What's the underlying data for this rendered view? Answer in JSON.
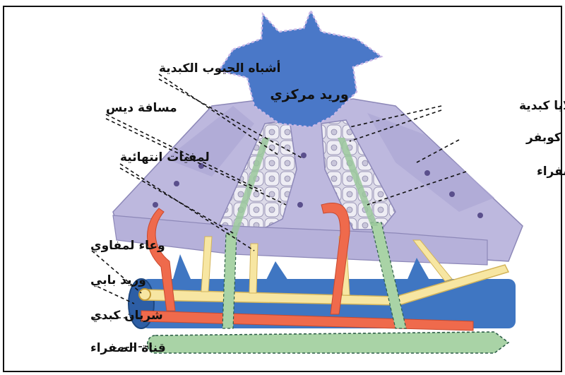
{
  "diagram": {
    "center_label": "وريد مركزي",
    "labels": {
      "sinusoids": "أشباه الجيوب الكبدية",
      "space_of_disse": "مسافة ديس",
      "terminal_lymphatics": "لمفيات انتهائية",
      "hepatocytes": "خلايا كبدية",
      "kupffer_cell": "خلية كوبفر",
      "bile_canaliculi": "قنيات الصفراء",
      "lymph_vessel": "وعاء لمفاوي",
      "portal_vein": "وريد بابي",
      "hepatic_artery": "شريان كبدي",
      "bile_duct": "قناة الصفراء"
    },
    "colors": {
      "central_vein": "#4a78c8",
      "lobule_tissue": "#b8b3dc",
      "hepatocyte_cells": "#e6e6ee",
      "artery": "#ef6a4c",
      "lymph": "#f7e6a2",
      "bile_duct": "#a9d3a6",
      "portal_vein": "#3f76c2"
    }
  }
}
